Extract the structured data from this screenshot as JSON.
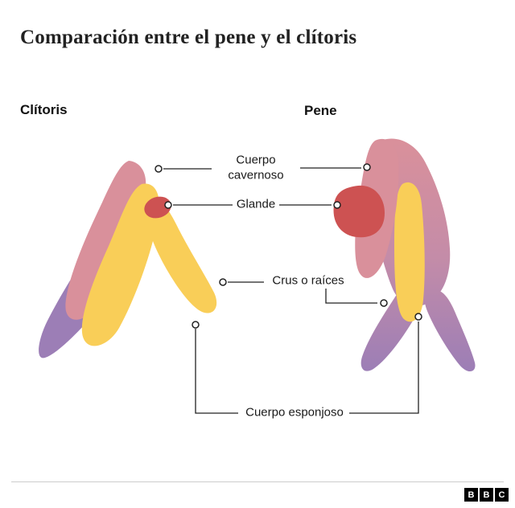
{
  "title": "Comparación entre el pene y el clítoris",
  "diagram": {
    "left_figure_label": "Clítoris",
    "right_figure_label": "Pene",
    "callouts": {
      "cuerpo_cavernoso": "Cuerpo cavernoso",
      "glande": "Glande",
      "crus": "Crus o raíces",
      "cuerpo_esponjoso": "Cuerpo esponjoso"
    }
  },
  "colors": {
    "cuerpo_cavernoso_pink": "#d9909b",
    "glande_red": "#cd5252",
    "crus_yellow": "#f9ce58",
    "purple": "#9c7eb6",
    "pink_purple_mid": "#c48ca8",
    "line": "#222222",
    "text": "#1a1a1a",
    "divider": "#cccccc"
  },
  "footer": {
    "logo_letters": [
      "B",
      "B",
      "C"
    ]
  }
}
